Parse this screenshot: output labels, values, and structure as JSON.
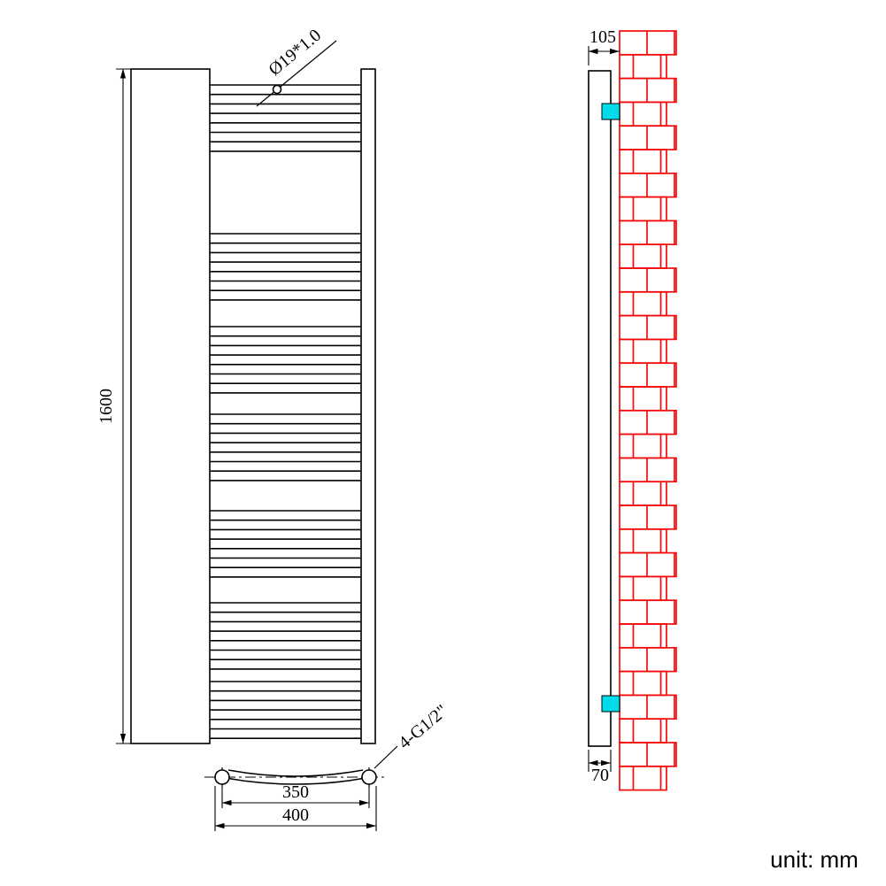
{
  "drawing": {
    "front_view": {
      "height_dim": "1600",
      "tube_spec": "Ø19*1.0",
      "bar_groups": [
        8,
        8,
        8,
        8,
        8,
        8,
        7
      ]
    },
    "bottom_view": {
      "centers_dim": "350",
      "width_dim": "400",
      "connection_spec": "4-G1/2\""
    },
    "side_view": {
      "depth_dim": "105",
      "bottom_dim": "70"
    },
    "unit_note": "unit: mm"
  },
  "colors": {
    "line": "#000000",
    "brick_red": "#f40a0a",
    "bracket_cyan": "#00dcea",
    "background": "#ffffff"
  }
}
